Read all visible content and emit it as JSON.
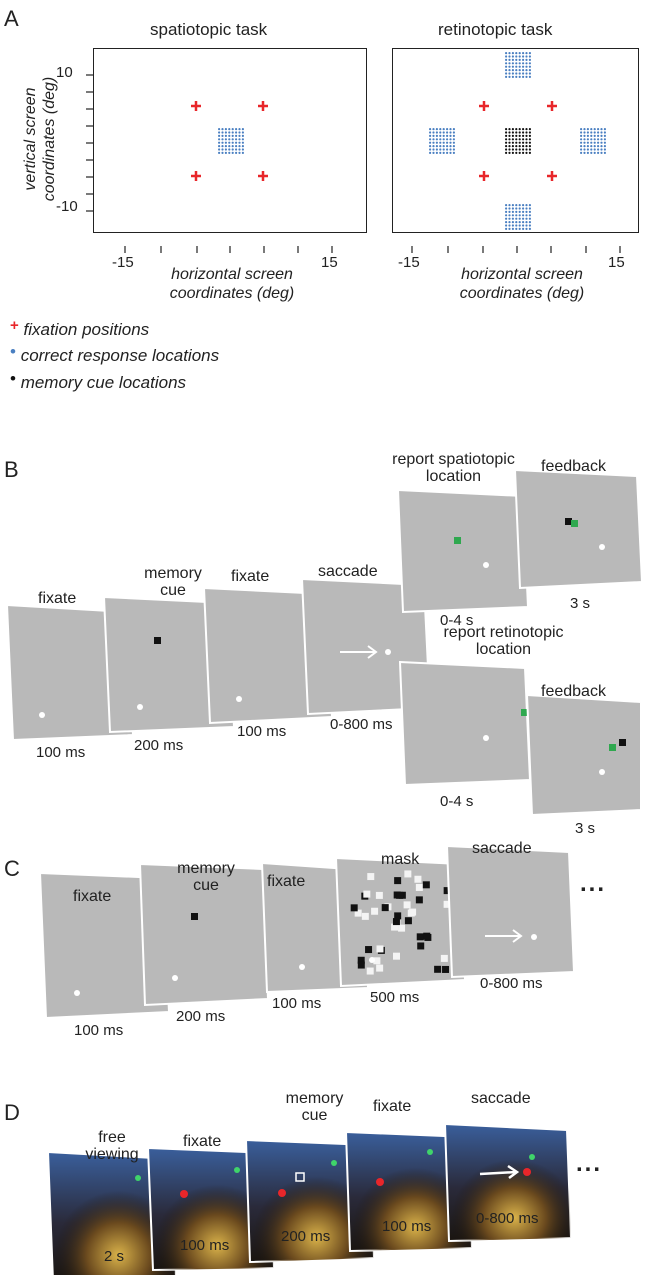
{
  "panels": {
    "a": "A",
    "b": "B",
    "c": "C",
    "d": "D"
  },
  "panel_a": {
    "tasks": [
      {
        "title": "spatiotopic task"
      },
      {
        "title": "retinotopic task"
      }
    ],
    "x_ticks": {
      "min": "-15",
      "max": "15"
    },
    "y_ticks": {
      "max": "10",
      "min": "-10"
    },
    "xlabel_line1": "horizontal screen",
    "xlabel_line2": "coordinates (deg)",
    "ylabel_line1": "vertical screen",
    "ylabel_line2": "coordinates (deg)",
    "legend": [
      {
        "marker": "+",
        "label": "fixation positions",
        "color": "#e8262a"
      },
      {
        "marker": "•",
        "label": "correct response locations",
        "color": "#4a7fc1"
      },
      {
        "marker": "•",
        "label": "memory cue locations",
        "color": "#111111"
      }
    ]
  },
  "panel_b": {
    "labels": {
      "fixate1": "fixate",
      "memory_cue_1": "memory",
      "memory_cue_2": "cue",
      "fixate2": "fixate",
      "saccade": "saccade",
      "report_spatio_1": "report spatiotopic",
      "report_spatio_2": "location",
      "report_retino_1": "report retinotopic",
      "report_retino_2": "location",
      "feedback_top": "feedback",
      "feedback_bottom": "feedback"
    },
    "durations": {
      "fixate1": "100 ms",
      "memory_cue": "200 ms",
      "fixate2": "100 ms",
      "saccade": "0-800 ms",
      "report_top": "0-4 s",
      "feedback_top": "3 s",
      "report_bottom": "0-4 s",
      "feedback_bottom": "3 s"
    }
  },
  "panel_c": {
    "labels": {
      "fixate1": "fixate",
      "memory_cue_1": "memory",
      "memory_cue_2": "cue",
      "fixate2": "fixate",
      "mask": "mask",
      "saccade": "saccade",
      "ellipsis": "..."
    },
    "durations": {
      "fixate1": "100 ms",
      "memory_cue": "200 ms",
      "fixate2": "100 ms",
      "mask": "500 ms",
      "saccade": "0-800 ms"
    }
  },
  "panel_d": {
    "labels": {
      "free_viewing_1": "free",
      "free_viewing_2": "viewing",
      "fixate1": "fixate",
      "memory_cue_1": "memory",
      "memory_cue_2": "cue",
      "fixate2": "fixate",
      "saccade": "saccade",
      "ellipsis": "..."
    },
    "durations": {
      "free_viewing": "2 s",
      "fixate1": "100 ms",
      "memory_cue": "200 ms",
      "fixate2": "100 ms",
      "saccade": "0-800 ms"
    }
  },
  "colors": {
    "screen_gray": "#b9b9b9",
    "fixation_red": "#e8262a",
    "response_blue": "#4a7fc1",
    "cue_black": "#111111",
    "report_green": "#2fa84f",
    "fixation_dot": "#ffffff"
  }
}
